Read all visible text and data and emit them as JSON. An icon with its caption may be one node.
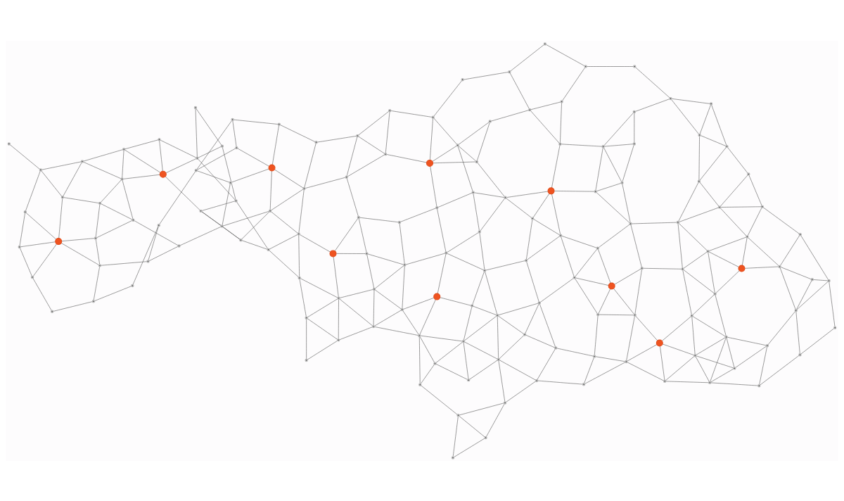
{
  "diagram": {
    "nodes": [
      {
        "text": [],
        "shape": "circle"
      },
      {
        "text": [],
        "shape": "circle"
      },
      {
        "text": [],
        "shape": "circle"
      },
      {
        "text": [],
        "shape": "circle"
      },
      {
        "text": [],
        "shape": "circle"
      },
      {
        "text": [],
        "shape": "circle"
      },
      {
        "text": [],
        "shape": "circle"
      },
      {
        "text": [],
        "shape": "circle"
      },
      {
        "text": [],
        "shape": "circle"
      },
      {
        "text": [],
        "shape": "circle"
      },
      {
        "text": [],
        "shape": "circle"
      },
      {
        "text": [],
        "shape": "circle"
      },
      {
        "text": [],
        "shape": "circle"
      },
      {
        "text": [],
        "shape": "circle"
      },
      {
        "text": [],
        "shape": "circle"
      },
      {
        "text": [],
        "shape": "circle"
      },
      {
        "text": [],
        "shape": "circle"
      },
      {
        "text": [],
        "shape": "circle"
      },
      {
        "text": [],
        "shape": "circle"
      },
      {
        "text": [],
        "shape": "circle"
      },
      {
        "text": [],
        "shape": "circle"
      },
      {
        "text": [],
        "shape": "circle"
      },
      {
        "text": [],
        "shape": "circle"
      },
      {
        "text": [],
        "shape": "circle"
      },
      {
        "text": [],
        "shape": "circle"
      },
      {
        "text": [],
        "shape": "circle"
      },
      {
        "text": [],
        "shape": "circle"
      },
      {
        "text": [],
        "shape": "circle"
      },
      {
        "text": [],
        "shape": "circle"
      },
      {
        "text": [],
        "shape": "circle"
      },
      {
        "text": [],
        "shape": "circle"
      },
      {
        "text": [],
        "shape": "circle"
      },
      {
        "text": [],
        "shape": "circle"
      },
      {
        "text": [],
        "shape": "circle"
      },
      {
        "text": [],
        "shape": "circle"
      },
      {
        "text": [],
        "shape": "circle"
      },
      {
        "text": [],
        "shape": "circle"
      },
      {
        "text": [],
        "shape": "circle"
      },
      {
        "text": [],
        "shape": "circle"
      },
      {
        "text": [],
        "shape": "circle"
      },
      {
        "text": [],
        "shape": "circle"
      },
      {
        "text": [],
        "shape": "circle"
      },
      {
        "text": [],
        "shape": "circle"
      },
      {
        "text": [],
        "shape": "circle"
      },
      {
        "text": [],
        "shape": "circle"
      },
      {
        "text": [],
        "shape": "circle"
      },
      {
        "text": [],
        "shape": "circle"
      },
      {
        "text": [],
        "shape": "circle"
      },
      {
        "text": [],
        "shape": "circle"
      },
      {
        "text": [],
        "shape": "circle"
      },
      {
        "text": [],
        "shape": "circle"
      },
      {
        "text": [],
        "shape": "circle"
      },
      {
        "text": [],
        "shape": "circle"
      },
      {
        "text": [],
        "shape": "circle"
      },
      {
        "text": [],
        "shape": "circle"
      },
      {
        "text": [],
        "shape": "circle"
      },
      {
        "text": [],
        "shape": "circle"
      },
      {
        "text": [],
        "shape": "circle"
      },
      {
        "text": [],
        "shape": "circle"
      },
      {
        "text": [],
        "shape": "circle"
      },
      {
        "text": [],
        "shape": "circle"
      },
      {
        "text": [],
        "shape": "circle"
      },
      {
        "text": [],
        "shape": "circle"
      },
      {
        "text": [],
        "shape": "circle"
      },
      {
        "text": [],
        "shape": "circle"
      },
      {
        "text": [],
        "shape": "circle"
      },
      {
        "text": [],
        "shape": "circle"
      },
      {
        "text": [],
        "shape": "circle"
      },
      {
        "text": [],
        "shape": "circle"
      },
      {
        "text": [],
        "shape": "circle"
      },
      {
        "text": [],
        "shape": "circle"
      },
      {
        "text": [],
        "shape": "circle"
      },
      {
        "text": [],
        "shape": "circle"
      },
      {
        "text": [],
        "shape": "circle"
      },
      {
        "text": [],
        "shape": "circle"
      },
      {
        "text": [],
        "shape": "circle"
      },
      {
        "text": [],
        "shape": "circle"
      },
      {
        "text": [],
        "shape": "circle"
      },
      {
        "text": [],
        "shape": "circle"
      },
      {
        "text": [],
        "shape": "circle"
      },
      {
        "text": [],
        "shape": "circle"
      },
      {
        "text": [],
        "shape": "circle"
      },
      {
        "text": [],
        "shape": "circle"
      },
      {
        "text": [],
        "shape": "circle"
      },
      {
        "text": [],
        "shape": "circle"
      },
      {
        "text": [],
        "shape": "circle"
      },
      {
        "text": [],
        "shape": "circle"
      },
      {
        "text": [],
        "shape": "circle"
      },
      {
        "text": [],
        "shape": "circle"
      },
      {
        "text": [],
        "shape": "circle"
      },
      {
        "text": [],
        "shape": "circle"
      },
      {
        "text": [],
        "shape": "circle"
      },
      {
        "text": [],
        "shape": "circle"
      },
      {
        "text": [],
        "shape": "circle"
      },
      {
        "text": [],
        "shape": "circle"
      },
      {
        "text": [],
        "shape": "circle"
      },
      {
        "text": [],
        "shape": "circle"
      },
      {
        "text": [],
        "shape": "circle"
      },
      {
        "text": [],
        "shape": "circle"
      },
      {
        "text": [],
        "shape": "circle"
      },
      {
        "text": [],
        "shape": "circle"
      },
      {
        "text": [],
        "shape": "circle"
      },
      {
        "text": [],
        "shape": "circle"
      },
      {
        "text": [],
        "shape": "circle"
      },
      {
        "text": [],
        "shape": "circle"
      },
      {
        "text": [],
        "shape": "circle"
      },
      {
        "text": [],
        "shape": "circle"
      },
      {
        "text": [],
        "shape": "circle"
      },
      {
        "text": [],
        "shape": "circle"
      },
      {
        "text": [],
        "shape": "circle"
      },
      {
        "text": [],
        "shape": "circle"
      },
      {
        "text": [],
        "shape": "circle"
      },
      {
        "text": [],
        "shape": "circle"
      },
      {
        "text": [],
        "shape": "circle"
      },
      {
        "text": [],
        "shape": "circle"
      },
      {
        "text": [],
        "shape": "circle"
      },
      {
        "text": [],
        "shape": "circle"
      },
      {
        "text": [],
        "shape": "circle"
      },
      {
        "text": [],
        "shape": "circle"
      },
      {
        "text": [],
        "shape": "circle"
      },
      {
        "text": [],
        "shape": "circle"
      },
      {
        "text": [],
        "shape": "circle"
      },
      {
        "text": [],
        "shape": "circle"
      },
      {
        "text": [],
        "shape": "circle"
      },
      {
        "text": [],
        "shape": "circle"
      },
      {
        "text": [],
        "shape": "circle"
      },
      {
        "text": [],
        "shape": "circle"
      },
      {
        "text": [],
        "shape": "circle"
      },
      {
        "text": [],
        "shape": "circle"
      },
      {
        "text": [],
        "shape": "circle"
      },
      {
        "text": [],
        "shape": "circle"
      },
      {
        "text": [],
        "shape": "circle"
      },
      {
        "text": [],
        "shape": "circle"
      },
      {
        "text": [],
        "shape": "circle"
      },
      {
        "text": [],
        "shape": "circle"
      },
      {
        "text": [],
        "shape": "circle"
      },
      {
        "text": [],
        "shape": "circle"
      },
      {
        "text": [],
        "shape": "circle"
      },
      {
        "text": [],
        "shape": "circle"
      },
      {
        "text": [],
        "shape": "circle"
      },
      {
        "text": [],
        "shape": "circle"
      },
      {
        "text": [],
        "shape": "circle"
      }
    ],
    "edges": [
      {
        "from": 0,
        "to": 1,
        "arrow": "none"
      },
      {
        "from": 0,
        "to": 7,
        "arrow": "none"
      },
      {
        "from": 0,
        "to": 9,
        "arrow": "none"
      },
      {
        "from": 1,
        "to": 11,
        "arrow": "none"
      },
      {
        "from": 1,
        "to": 18,
        "arrow": "none"
      },
      {
        "from": 2,
        "to": 3,
        "arrow": "none"
      },
      {
        "from": 2,
        "to": 4,
        "arrow": "none"
      },
      {
        "from": 2,
        "to": 5,
        "arrow": "none"
      },
      {
        "from": 3,
        "to": 4,
        "arrow": "none"
      },
      {
        "from": 4,
        "to": 5,
        "arrow": "none"
      },
      {
        "from": 4,
        "to": 6,
        "arrow": "none"
      },
      {
        "from": 5,
        "to": 16,
        "arrow": "none"
      },
      {
        "from": 5,
        "to": 21,
        "arrow": "none"
      },
      {
        "from": 6,
        "to": 10,
        "arrow": "none"
      },
      {
        "from": 6,
        "to": 30,
        "arrow": "none"
      },
      {
        "from": 7,
        "to": 8,
        "arrow": "none"
      },
      {
        "from": 7,
        "to": 11,
        "arrow": "none"
      },
      {
        "from": 7,
        "to": 12,
        "arrow": "none"
      },
      {
        "from": 8,
        "to": 9,
        "arrow": "none"
      },
      {
        "from": 8,
        "to": 12,
        "arrow": "none"
      },
      {
        "from": 8,
        "to": 24,
        "arrow": "none"
      },
      {
        "from": 9,
        "to": 13,
        "arrow": "none"
      },
      {
        "from": 9,
        "to": 12,
        "arrow": "none"
      },
      {
        "from": 9,
        "to": 24,
        "arrow": "none"
      },
      {
        "from": 10,
        "to": 17,
        "arrow": "none"
      },
      {
        "from": 10,
        "to": 30,
        "arrow": "none"
      },
      {
        "from": 10,
        "to": 29,
        "arrow": "none"
      },
      {
        "from": 11,
        "to": 27,
        "arrow": "none"
      },
      {
        "from": 11,
        "to": 26,
        "arrow": "none"
      },
      {
        "from": 11,
        "to": 45,
        "arrow": "none"
      },
      {
        "from": 12,
        "to": 24,
        "arrow": "none"
      },
      {
        "from": 12,
        "to": 32,
        "arrow": "none"
      },
      {
        "from": 12,
        "to": 47,
        "arrow": "none"
      },
      {
        "from": 13,
        "to": 19,
        "arrow": "none"
      },
      {
        "from": 13,
        "to": 20,
        "arrow": "none"
      },
      {
        "from": 13,
        "to": 24,
        "arrow": "none"
      },
      {
        "from": 14,
        "to": 22,
        "arrow": "none"
      },
      {
        "from": 14,
        "to": 33,
        "arrow": "none"
      },
      {
        "from": 15,
        "to": 31,
        "arrow": "none"
      },
      {
        "from": 15,
        "to": 25,
        "arrow": "none"
      },
      {
        "from": 16,
        "to": 23,
        "arrow": "none"
      },
      {
        "from": 16,
        "to": 39,
        "arrow": "none"
      },
      {
        "from": 16,
        "to": 21,
        "arrow": "none"
      },
      {
        "from": 17,
        "to": 29,
        "arrow": "none"
      },
      {
        "from": 17,
        "to": 21,
        "arrow": "none"
      },
      {
        "from": 18,
        "to": 26,
        "arrow": "none"
      },
      {
        "from": 19,
        "to": 20,
        "arrow": "none"
      },
      {
        "from": 19,
        "to": 37,
        "arrow": "none"
      },
      {
        "from": 19,
        "to": 24,
        "arrow": "none"
      },
      {
        "from": 19,
        "to": 32,
        "arrow": "none"
      },
      {
        "from": 20,
        "to": 23,
        "arrow": "none"
      },
      {
        "from": 20,
        "to": 36,
        "arrow": "none"
      },
      {
        "from": 20,
        "to": 37,
        "arrow": "none"
      },
      {
        "from": 21,
        "to": 28,
        "arrow": "none"
      },
      {
        "from": 21,
        "to": 29,
        "arrow": "none"
      },
      {
        "from": 21,
        "to": 49,
        "arrow": "none"
      },
      {
        "from": 22,
        "to": 41,
        "arrow": "none"
      },
      {
        "from": 22,
        "to": 33,
        "arrow": "none"
      },
      {
        "from": 23,
        "to": 36,
        "arrow": "none"
      },
      {
        "from": 24,
        "to": 32,
        "arrow": "none"
      },
      {
        "from": 25,
        "to": 31,
        "arrow": "none"
      },
      {
        "from": 25,
        "to": 43,
        "arrow": "none"
      },
      {
        "from": 25,
        "to": 61,
        "arrow": "none"
      },
      {
        "from": 26,
        "to": 27,
        "arrow": "none"
      },
      {
        "from": 26,
        "to": 44,
        "arrow": "none"
      },
      {
        "from": 27,
        "to": 45,
        "arrow": "none"
      },
      {
        "from": 28,
        "to": 39,
        "arrow": "none"
      },
      {
        "from": 28,
        "to": 48,
        "arrow": "none"
      },
      {
        "from": 28,
        "to": 49,
        "arrow": "none"
      },
      {
        "from": 29,
        "to": 30,
        "arrow": "none"
      },
      {
        "from": 29,
        "to": 49,
        "arrow": "none"
      },
      {
        "from": 29,
        "to": 59,
        "arrow": "none"
      },
      {
        "from": 30,
        "to": 50,
        "arrow": "none"
      },
      {
        "from": 30,
        "to": 40,
        "arrow": "none"
      },
      {
        "from": 30,
        "to": 51,
        "arrow": "none"
      },
      {
        "from": 31,
        "to": 40,
        "arrow": "none"
      },
      {
        "from": 31,
        "to": 61,
        "arrow": "none"
      },
      {
        "from": 32,
        "to": 47,
        "arrow": "none"
      },
      {
        "from": 32,
        "to": 55,
        "arrow": "none"
      },
      {
        "from": 33,
        "to": 34,
        "arrow": "none"
      },
      {
        "from": 33,
        "to": 41,
        "arrow": "none"
      },
      {
        "from": 33,
        "to": 54,
        "arrow": "none"
      },
      {
        "from": 34,
        "to": 42,
        "arrow": "none"
      },
      {
        "from": 34,
        "to": 54,
        "arrow": "none"
      },
      {
        "from": 35,
        "to": 52,
        "arrow": "none"
      },
      {
        "from": 36,
        "to": 38,
        "arrow": "none"
      },
      {
        "from": 36,
        "to": 39,
        "arrow": "none"
      },
      {
        "from": 37,
        "to": 38,
        "arrow": "none"
      },
      {
        "from": 37,
        "to": 56,
        "arrow": "none"
      },
      {
        "from": 37,
        "to": 58,
        "arrow": "none"
      },
      {
        "from": 38,
        "to": 60,
        "arrow": "none"
      },
      {
        "from": 38,
        "to": 56,
        "arrow": "none"
      },
      {
        "from": 39,
        "to": 48,
        "arrow": "none"
      },
      {
        "from": 40,
        "to": 51,
        "arrow": "none"
      },
      {
        "from": 40,
        "to": 63,
        "arrow": "none"
      },
      {
        "from": 40,
        "to": 61,
        "arrow": "none"
      },
      {
        "from": 41,
        "to": 62,
        "arrow": "none"
      },
      {
        "from": 41,
        "to": 64,
        "arrow": "none"
      },
      {
        "from": 42,
        "to": 53,
        "arrow": "none"
      },
      {
        "from": 42,
        "to": 54,
        "arrow": "none"
      },
      {
        "from": 42,
        "to": 66,
        "arrow": "none"
      },
      {
        "from": 43,
        "to": 61,
        "arrow": "none"
      },
      {
        "from": 43,
        "to": 62,
        "arrow": "none"
      },
      {
        "from": 43,
        "to": 78,
        "arrow": "none"
      },
      {
        "from": 44,
        "to": 45,
        "arrow": "none"
      },
      {
        "from": 44,
        "to": 69,
        "arrow": "none"
      },
      {
        "from": 45,
        "to": 46,
        "arrow": "none"
      },
      {
        "from": 45,
        "to": 57,
        "arrow": "none"
      },
      {
        "from": 46,
        "to": 47,
        "arrow": "none"
      },
      {
        "from": 46,
        "to": 57,
        "arrow": "none"
      },
      {
        "from": 46,
        "to": 68,
        "arrow": "none"
      },
      {
        "from": 47,
        "to": 55,
        "arrow": "none"
      },
      {
        "from": 47,
        "to": 68,
        "arrow": "none"
      },
      {
        "from": 48,
        "to": 49,
        "arrow": "none"
      },
      {
        "from": 48,
        "to": 60,
        "arrow": "none"
      },
      {
        "from": 48,
        "to": 71,
        "arrow": "none"
      },
      {
        "from": 49,
        "to": 59,
        "arrow": "none"
      },
      {
        "from": 49,
        "to": 72,
        "arrow": "none"
      },
      {
        "from": 50,
        "to": 51,
        "arrow": "none"
      },
      {
        "from": 50,
        "to": 59,
        "arrow": "none"
      },
      {
        "from": 50,
        "to": 74,
        "arrow": "none"
      },
      {
        "from": 51,
        "to": 63,
        "arrow": "none"
      },
      {
        "from": 51,
        "to": 75,
        "arrow": "none"
      },
      {
        "from": 52,
        "to": 65,
        "arrow": "none"
      },
      {
        "from": 52,
        "to": 67,
        "arrow": "none"
      },
      {
        "from": 52,
        "to": 53,
        "arrow": "none"
      },
      {
        "from": 53,
        "to": 65,
        "arrow": "none"
      },
      {
        "from": 53,
        "to": 66,
        "arrow": "none"
      },
      {
        "from": 54,
        "to": 66,
        "arrow": "none"
      },
      {
        "from": 54,
        "to": 64,
        "arrow": "none"
      },
      {
        "from": 55,
        "to": 58,
        "arrow": "none"
      },
      {
        "from": 55,
        "to": 68,
        "arrow": "none"
      },
      {
        "from": 55,
        "to": 86,
        "arrow": "none"
      },
      {
        "from": 56,
        "to": 58,
        "arrow": "none"
      },
      {
        "from": 56,
        "to": 60,
        "arrow": "none"
      },
      {
        "from": 56,
        "to": 70,
        "arrow": "none"
      },
      {
        "from": 57,
        "to": 69,
        "arrow": "none"
      },
      {
        "from": 57,
        "to": 68,
        "arrow": "none"
      },
      {
        "from": 57,
        "to": 87,
        "arrow": "none"
      },
      {
        "from": 58,
        "to": 83,
        "arrow": "none"
      },
      {
        "from": 59,
        "to": 72,
        "arrow": "none"
      },
      {
        "from": 60,
        "to": 70,
        "arrow": "none"
      },
      {
        "from": 60,
        "to": 84,
        "arrow": "none"
      },
      {
        "from": 61,
        "to": 77,
        "arrow": "none"
      },
      {
        "from": 61,
        "to": 63,
        "arrow": "none"
      },
      {
        "from": 62,
        "to": 79,
        "arrow": "none"
      },
      {
        "from": 62,
        "to": 78,
        "arrow": "none"
      },
      {
        "from": 63,
        "to": 76,
        "arrow": "none"
      },
      {
        "from": 63,
        "to": 75,
        "arrow": "none"
      },
      {
        "from": 64,
        "to": 79,
        "arrow": "none"
      },
      {
        "from": 64,
        "to": 92,
        "arrow": "none"
      },
      {
        "from": 65,
        "to": 81,
        "arrow": "none"
      },
      {
        "from": 65,
        "to": 80,
        "arrow": "none"
      },
      {
        "from": 66,
        "to": 80,
        "arrow": "none"
      },
      {
        "from": 66,
        "to": 94,
        "arrow": "none"
      },
      {
        "from": 67,
        "to": 81,
        "arrow": "none"
      },
      {
        "from": 67,
        "to": 95,
        "arrow": "none"
      },
      {
        "from": 68,
        "to": 86,
        "arrow": "none"
      },
      {
        "from": 69,
        "to": 87,
        "arrow": "none"
      },
      {
        "from": 69,
        "to": 88,
        "arrow": "none"
      },
      {
        "from": 70,
        "to": 83,
        "arrow": "none"
      },
      {
        "from": 70,
        "to": 84,
        "arrow": "none"
      },
      {
        "from": 71,
        "to": 72,
        "arrow": "none"
      },
      {
        "from": 71,
        "to": 85,
        "arrow": "none"
      },
      {
        "from": 71,
        "to": 84,
        "arrow": "none"
      },
      {
        "from": 72,
        "to": 73,
        "arrow": "none"
      },
      {
        "from": 72,
        "to": 74,
        "arrow": "none"
      },
      {
        "from": 73,
        "to": 74,
        "arrow": "none"
      },
      {
        "from": 73,
        "to": 101,
        "arrow": "none"
      },
      {
        "from": 73,
        "to": 100,
        "arrow": "none"
      },
      {
        "from": 74,
        "to": 75,
        "arrow": "none"
      },
      {
        "from": 74,
        "to": 102,
        "arrow": "none"
      },
      {
        "from": 75,
        "to": 89,
        "arrow": "none"
      },
      {
        "from": 75,
        "to": 76,
        "arrow": "none"
      },
      {
        "from": 76,
        "to": 77,
        "arrow": "none"
      },
      {
        "from": 76,
        "to": 90,
        "arrow": "none"
      },
      {
        "from": 77,
        "to": 90,
        "arrow": "none"
      },
      {
        "from": 77,
        "to": 78,
        "arrow": "none"
      },
      {
        "from": 78,
        "to": 91,
        "arrow": "none"
      },
      {
        "from": 78,
        "to": 103,
        "arrow": "none"
      },
      {
        "from": 79,
        "to": 91,
        "arrow": "none"
      },
      {
        "from": 79,
        "to": 92,
        "arrow": "none"
      },
      {
        "from": 80,
        "to": 82,
        "arrow": "none"
      },
      {
        "from": 80,
        "to": 94,
        "arrow": "none"
      },
      {
        "from": 81,
        "to": 82,
        "arrow": "none"
      },
      {
        "from": 81,
        "to": 105,
        "arrow": "none"
      },
      {
        "from": 81,
        "to": 95,
        "arrow": "none"
      },
      {
        "from": 81,
        "to": 106,
        "arrow": "none"
      },
      {
        "from": 82,
        "to": 94,
        "arrow": "none"
      },
      {
        "from": 82,
        "to": 105,
        "arrow": "none"
      },
      {
        "from": 83,
        "to": 96,
        "arrow": "none"
      },
      {
        "from": 83,
        "to": 98,
        "arrow": "none"
      },
      {
        "from": 83,
        "to": 86,
        "arrow": "none"
      },
      {
        "from": 84,
        "to": 85,
        "arrow": "none"
      },
      {
        "from": 84,
        "to": 97,
        "arrow": "none"
      },
      {
        "from": 85,
        "to": 100,
        "arrow": "none"
      },
      {
        "from": 85,
        "to": 97,
        "arrow": "none"
      },
      {
        "from": 86,
        "to": 99,
        "arrow": "none"
      },
      {
        "from": 86,
        "to": 87,
        "arrow": "none"
      },
      {
        "from": 87,
        "to": 88,
        "arrow": "none"
      },
      {
        "from": 87,
        "to": 99,
        "arrow": "none"
      },
      {
        "from": 88,
        "to": 116,
        "arrow": "none"
      },
      {
        "from": 89,
        "to": 102,
        "arrow": "none"
      },
      {
        "from": 89,
        "to": 90,
        "arrow": "none"
      },
      {
        "from": 90,
        "to": 104,
        "arrow": "none"
      },
      {
        "from": 91,
        "to": 103,
        "arrow": "none"
      },
      {
        "from": 91,
        "to": 111,
        "arrow": "none"
      },
      {
        "from": 91,
        "to": 92,
        "arrow": "none"
      },
      {
        "from": 92,
        "to": 93,
        "arrow": "none"
      },
      {
        "from": 92,
        "to": 112,
        "arrow": "none"
      },
      {
        "from": 93,
        "to": 94,
        "arrow": "none"
      },
      {
        "from": 93,
        "to": 113,
        "arrow": "none"
      },
      {
        "from": 95,
        "to": 106,
        "arrow": "none"
      },
      {
        "from": 96,
        "to": 98,
        "arrow": "none"
      },
      {
        "from": 96,
        "to": 107,
        "arrow": "none"
      },
      {
        "from": 96,
        "to": 119,
        "arrow": "none"
      },
      {
        "from": 97,
        "to": 98,
        "arrow": "none"
      },
      {
        "from": 97,
        "to": 120,
        "arrow": "none"
      },
      {
        "from": 97,
        "to": 100,
        "arrow": "none"
      },
      {
        "from": 98,
        "to": 119,
        "arrow": "none"
      },
      {
        "from": 99,
        "to": 117,
        "arrow": "none"
      },
      {
        "from": 99,
        "to": 116,
        "arrow": "none"
      },
      {
        "from": 100,
        "to": 101,
        "arrow": "none"
      },
      {
        "from": 100,
        "to": 108,
        "arrow": "none"
      },
      {
        "from": 101,
        "to": 102,
        "arrow": "none"
      },
      {
        "from": 101,
        "to": 121,
        "arrow": "none"
      },
      {
        "from": 102,
        "to": 109,
        "arrow": "none"
      },
      {
        "from": 103,
        "to": 111,
        "arrow": "none"
      },
      {
        "from": 103,
        "to": 125,
        "arrow": "none"
      },
      {
        "from": 103,
        "to": 104,
        "arrow": "none"
      },
      {
        "from": 104,
        "to": 110,
        "arrow": "none"
      },
      {
        "from": 104,
        "to": 124,
        "arrow": "none"
      },
      {
        "from": 105,
        "to": 114,
        "arrow": "none"
      },
      {
        "from": 105,
        "to": 113,
        "arrow": "none"
      },
      {
        "from": 106,
        "to": 115,
        "arrow": "none"
      },
      {
        "from": 107,
        "to": 118,
        "arrow": "none"
      },
      {
        "from": 107,
        "to": 119,
        "arrow": "none"
      },
      {
        "from": 108,
        "to": 109,
        "arrow": "none"
      },
      {
        "from": 108,
        "to": 131,
        "arrow": "none"
      },
      {
        "from": 108,
        "to": 121,
        "arrow": "none"
      },
      {
        "from": 109,
        "to": 110,
        "arrow": "none"
      },
      {
        "from": 109,
        "to": 121,
        "arrow": "none"
      },
      {
        "from": 109,
        "to": 122,
        "arrow": "none"
      },
      {
        "from": 110,
        "to": 123,
        "arrow": "none"
      },
      {
        "from": 110,
        "to": 124,
        "arrow": "none"
      },
      {
        "from": 111,
        "to": 112,
        "arrow": "none"
      },
      {
        "from": 111,
        "to": 126,
        "arrow": "none"
      },
      {
        "from": 111,
        "to": 140,
        "arrow": "none"
      },
      {
        "from": 112,
        "to": 127,
        "arrow": "none"
      },
      {
        "from": 113,
        "to": 128,
        "arrow": "none"
      },
      {
        "from": 114,
        "to": 129,
        "arrow": "none"
      },
      {
        "from": 114,
        "to": 115,
        "arrow": "none"
      },
      {
        "from": 116,
        "to": 117,
        "arrow": "none"
      },
      {
        "from": 116,
        "to": 134,
        "arrow": "none"
      },
      {
        "from": 117,
        "to": 134,
        "arrow": "none"
      },
      {
        "from": 117,
        "to": 136,
        "arrow": "none"
      },
      {
        "from": 118,
        "to": 136,
        "arrow": "none"
      },
      {
        "from": 118,
        "to": 119,
        "arrow": "none"
      },
      {
        "from": 119,
        "to": 120,
        "arrow": "none"
      },
      {
        "from": 120,
        "to": 130,
        "arrow": "none"
      },
      {
        "from": 120,
        "to": 132,
        "arrow": "none"
      },
      {
        "from": 121,
        "to": 122,
        "arrow": "none"
      },
      {
        "from": 121,
        "to": 131,
        "arrow": "none"
      },
      {
        "from": 122,
        "to": 123,
        "arrow": "none"
      },
      {
        "from": 122,
        "to": 139,
        "arrow": "none"
      },
      {
        "from": 123,
        "to": 124,
        "arrow": "none"
      },
      {
        "from": 124,
        "to": 125,
        "arrow": "none"
      },
      {
        "from": 125,
        "to": 140,
        "arrow": "none"
      },
      {
        "from": 126,
        "to": 127,
        "arrow": "none"
      },
      {
        "from": 126,
        "to": 133,
        "arrow": "none"
      },
      {
        "from": 127,
        "to": 128,
        "arrow": "none"
      },
      {
        "from": 127,
        "to": 133,
        "arrow": "none"
      },
      {
        "from": 128,
        "to": 129,
        "arrow": "none"
      },
      {
        "from": 130,
        "to": 131,
        "arrow": "none"
      },
      {
        "from": 130,
        "to": 132,
        "arrow": "none"
      },
      {
        "from": 130,
        "to": 138,
        "arrow": "none"
      },
      {
        "from": 132,
        "to": 135,
        "arrow": "none"
      },
      {
        "from": 133,
        "to": 140,
        "arrow": "none"
      },
      {
        "from": 134,
        "to": 136,
        "arrow": "none"
      },
      {
        "from": 135,
        "to": 137,
        "arrow": "none"
      },
      {
        "from": 135,
        "to": 141,
        "arrow": "none"
      },
      {
        "from": 136,
        "to": 141,
        "arrow": "none"
      },
      {
        "from": 137,
        "to": 138,
        "arrow": "none"
      },
      {
        "from": 138,
        "to": 139,
        "arrow": "none"
      }
    ]
  }
}
